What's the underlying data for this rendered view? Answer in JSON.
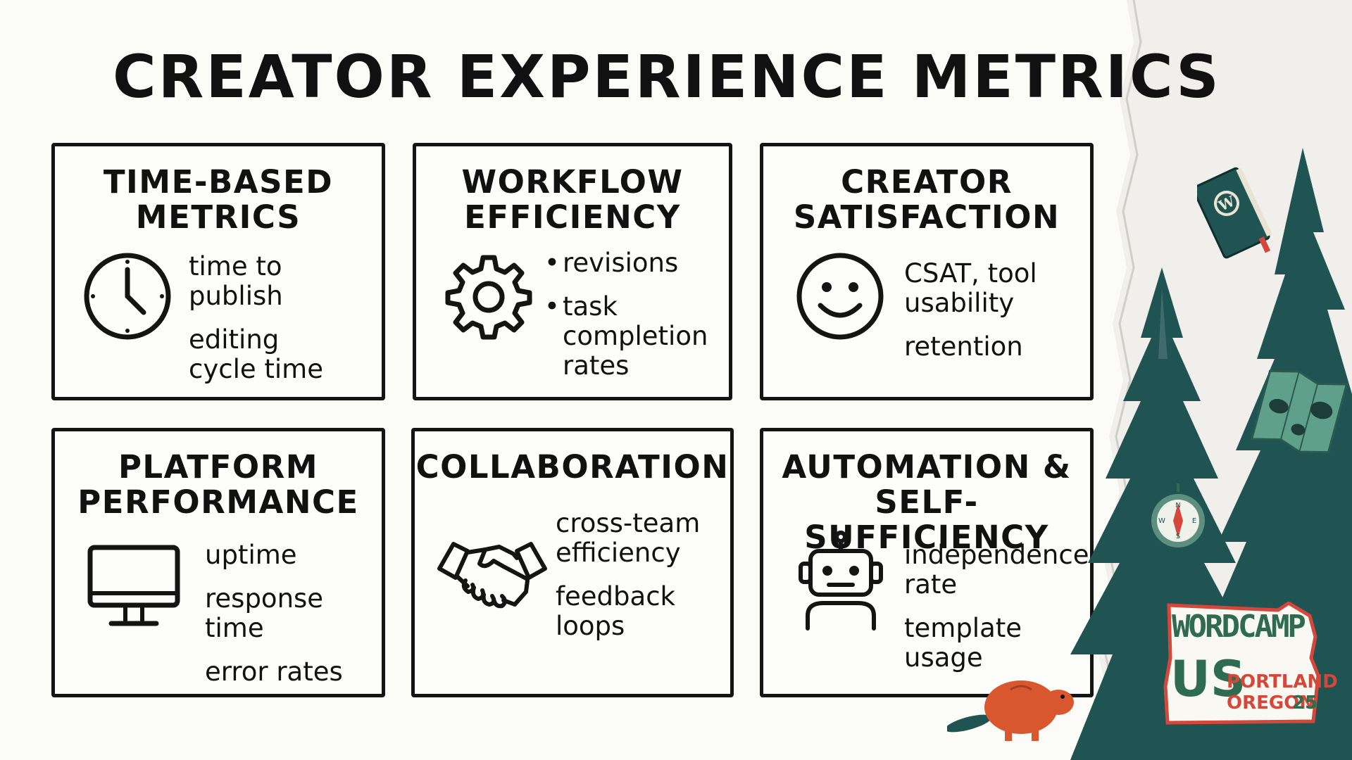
{
  "title": "CREATOR EXPERIENCE METRICS",
  "cards": [
    {
      "title_line1": "TIME-BASED",
      "title_line2": "METRICS",
      "icon": "clock-icon",
      "items": [
        "time to publish",
        "editing cycle time"
      ]
    },
    {
      "title_line1": "WORKFLOW",
      "title_line2": "EFFICIENCY",
      "icon": "gear-icon",
      "items": [
        "revisions",
        "task completion rates"
      ]
    },
    {
      "title_line1": "CREATOR",
      "title_line2": "SATISFACTION",
      "icon": "smiley-icon",
      "items": [
        "CSAT, tool usability",
        "retention"
      ]
    },
    {
      "title_line1": "PLATFORM",
      "title_line2": "PERFORMANCE",
      "icon": "monitor-icon",
      "items": [
        "uptime",
        "response time",
        "error rates"
      ]
    },
    {
      "title_line1": "COLLABORATION",
      "title_line2": "",
      "icon": "handshake-icon",
      "items": [
        "cross-team efficiency",
        "feedback loops"
      ]
    },
    {
      "title_line1": "AUTOMATION &",
      "title_line2": "SELF-SUFFICIENCY",
      "icon": "robot-icon",
      "items": [
        "independence rate",
        "template usage"
      ]
    }
  ],
  "badge": {
    "word1": "WORDCAMP",
    "word2": "US",
    "city": "PORTLAND",
    "state": "OREGON",
    "year": "25"
  },
  "colors": {
    "tree": "#1f5452",
    "badge_green": "#2e6b4f",
    "badge_red": "#d4473a",
    "beaver": "#d9572f",
    "ink": "#141414"
  }
}
